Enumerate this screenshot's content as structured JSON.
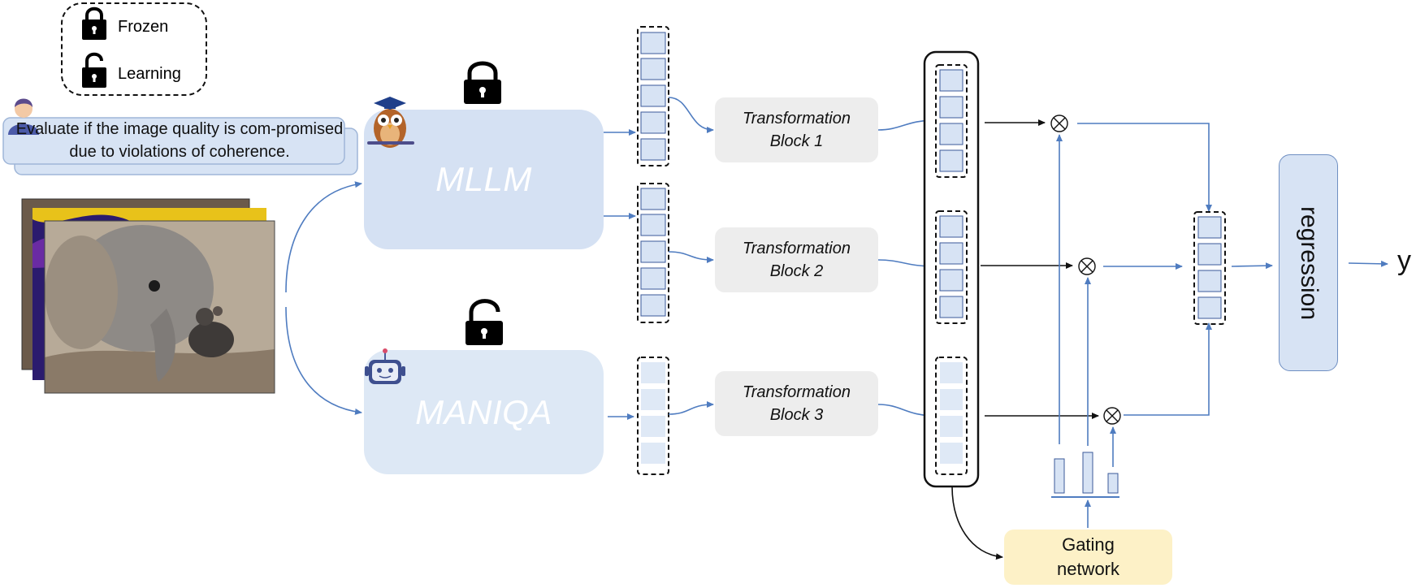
{
  "legend": {
    "frozen_label": "Frozen",
    "learning_label": "Learning"
  },
  "prompt": {
    "text": "Evaluate if the image quality is com-promised due to violations of coherence."
  },
  "models": {
    "mllm_label": "MLLM",
    "maniqa_label": "MANIQA"
  },
  "transformation_blocks": [
    {
      "line1": "Transformation",
      "line2": "Block 1"
    },
    {
      "line1": "Transformation",
      "line2": "Block 2"
    },
    {
      "line1": "Transformation",
      "line2": "Block 3"
    }
  ],
  "gating": {
    "line1": "Gating",
    "line2": "network"
  },
  "regression_label": "regression",
  "output_label": "y",
  "colors": {
    "arrow_blue": "#4f7cc0",
    "token_fill": "#d7e3f4",
    "token_stroke": "#3b5a9a",
    "model_fill": "#d5e1f3",
    "maniqa_fill": "#dde8f5",
    "block_gray": "#ededed",
    "gating_yellow": "#fdf1c7"
  },
  "icons": {
    "frozen": "lock-closed-icon",
    "learning": "lock-open-icon",
    "user": "user-avatar-icon",
    "mllm": "owl-graduate-icon",
    "maniqa": "robot-icon",
    "multiply": "circle-times-icon"
  }
}
